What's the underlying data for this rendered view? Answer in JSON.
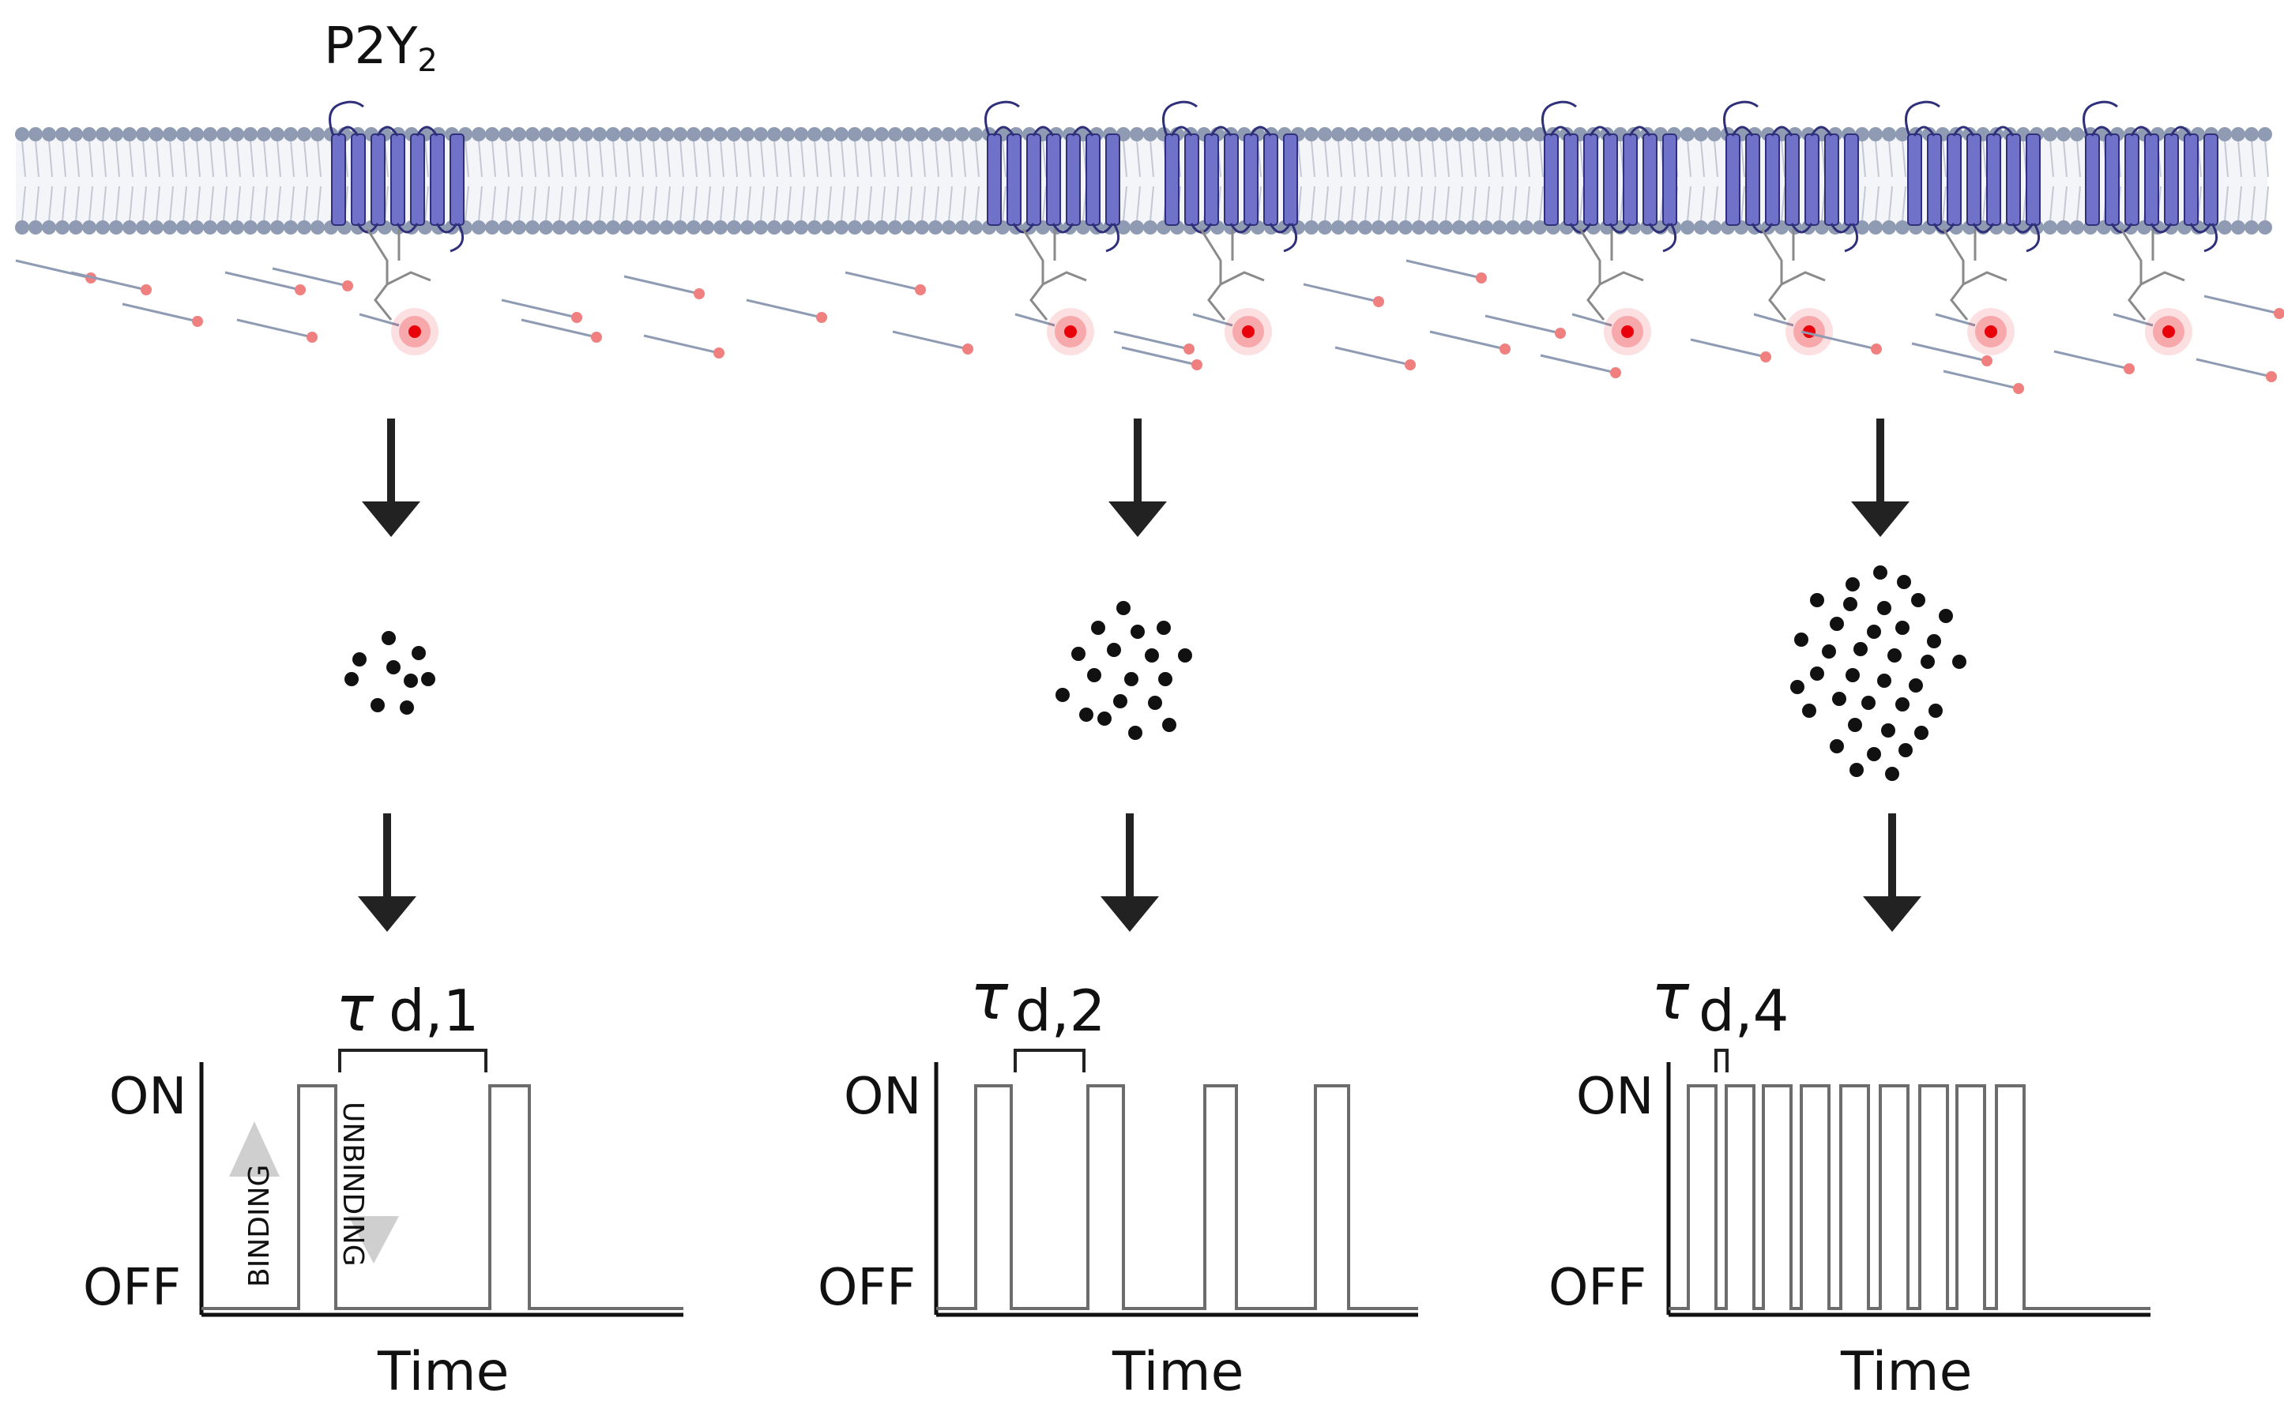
{
  "receptor": {
    "name": "P2Y",
    "subscript": "2"
  },
  "scenarios": [
    {
      "tau_symbol": "τ",
      "tau_sub": "d,1",
      "on_label": "ON",
      "off_label": "OFF",
      "time_label": "Time",
      "binding_label": "BINDING",
      "unbinding_label": "UNBINDING"
    },
    {
      "tau_symbol": "τ",
      "tau_sub": "d,2",
      "on_label": "ON",
      "off_label": "OFF",
      "time_label": "Time"
    },
    {
      "tau_symbol": "τ",
      "tau_sub": "d,4",
      "on_label": "ON",
      "off_label": "OFF",
      "time_label": "Time"
    }
  ],
  "colors": {
    "receptor": "#6f72c8",
    "receptor_outline": "#2f2f7a",
    "lipid_head": "#8e9bb2",
    "ligand_glow": "#e8000a",
    "ligand_dot": "#f08080",
    "arrow": "#222222"
  }
}
